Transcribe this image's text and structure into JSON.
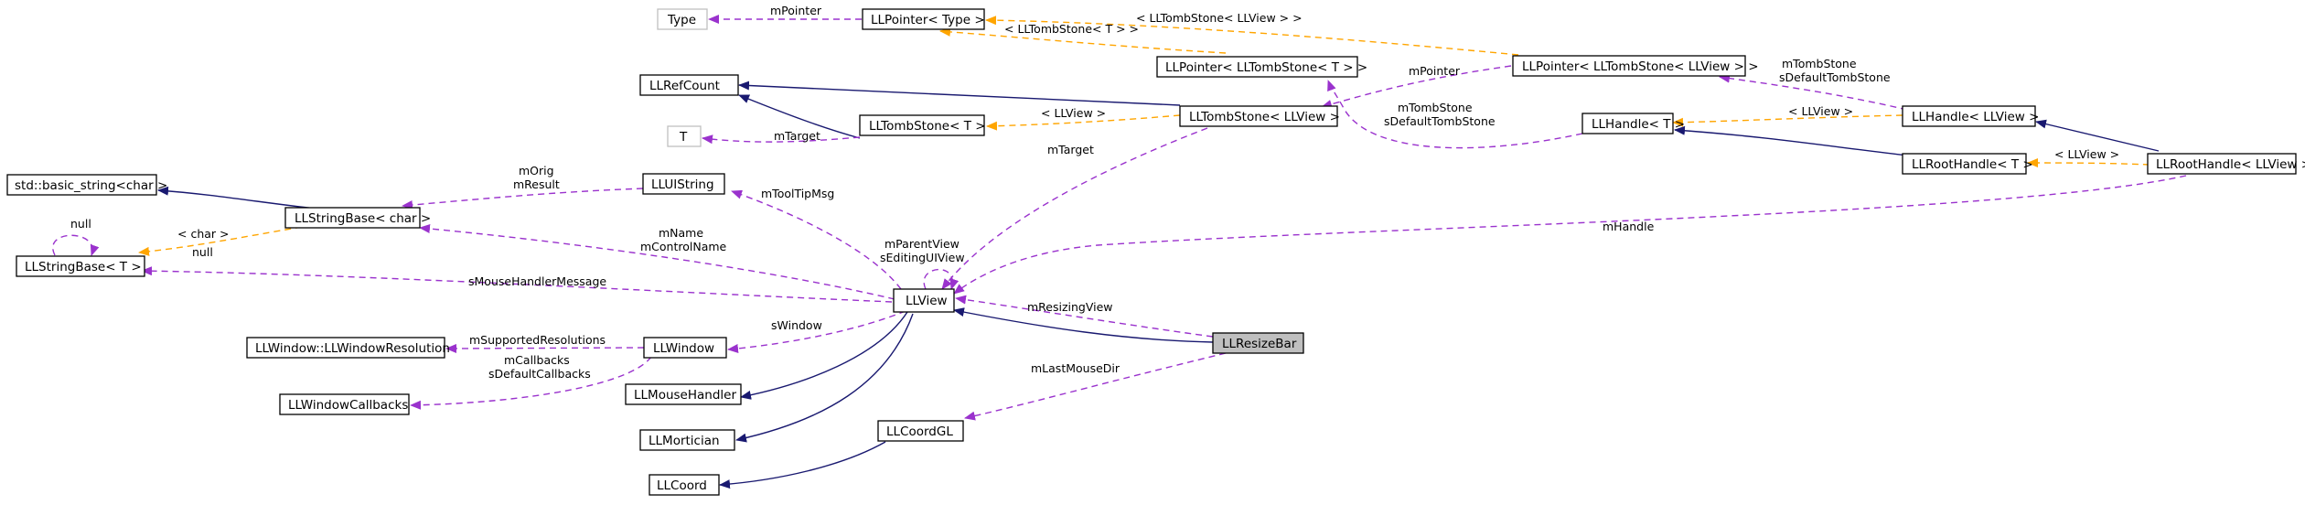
{
  "nodes": {
    "type": "Type",
    "llpointer_type": "LLPointer< Type >",
    "llrefcount": "LLRefCount",
    "llpointer_tomb_t": "LLPointer< LLTombStone< T > >",
    "llpointer_tomb_view": "LLPointer< LLTombStone< LLView > >",
    "lltombstone_t": "LLTombStone< T >",
    "lltombstone_view": "LLTombStone< LLView >",
    "t": "T",
    "std_basic_string": "std::basic_string<char >",
    "lluistring": "LLUIString",
    "llstringbase_char": "LLStringBase< char >",
    "llstringbase_t": "LLStringBase< T >",
    "llhandle_t": "LLHandle< T >",
    "llhandle_view": "LLHandle< LLView >",
    "llroothandle_t": "LLRootHandle< T >",
    "llroothandle_view": "LLRootHandle< LLView >",
    "llview": "LLView",
    "llresizebar": "LLResizeBar",
    "llwindow_res": "LLWindow::LLWindowResolution",
    "llwindow": "LLWindow",
    "llwindowcallbacks": "LLWindowCallbacks",
    "llmousehandler": "LLMouseHandler",
    "llmortician": "LLMortician",
    "llcoordgl": "LLCoordGL",
    "llcoord": "LLCoord"
  },
  "edges": {
    "m_pointer_1": "mPointer",
    "tmpl_tomb_view": "< LLTombStone< LLView > >",
    "tmpl_tomb_t": "< LLTombStone< T > >",
    "m_pointer_2": "mPointer",
    "m_tombstone_1": "mTombStone",
    "s_default_tombstone_1": "sDefaultTombStone",
    "tmpl_llview_1": "< LLView >",
    "m_tombstone_2": "mTombStone",
    "s_default_tombstone_2": "sDefaultTombStone",
    "tmpl_llview_2": "< LLView >",
    "tmpl_llview_3": "< LLView >",
    "m_target_1": "mTarget",
    "m_target_2": "mTarget",
    "m_orig": "mOrig",
    "m_result": "mResult",
    "m_tooltip_msg": "mToolTipMsg",
    "null_1": "null",
    "tmpl_char": "< char >",
    "null_2": "null",
    "m_name": "mName",
    "m_control_name": "mControlName",
    "m_parent_view": "mParentView",
    "s_editing_ui_view": "sEditingUIView",
    "m_handle": "mHandle",
    "s_mouse_handler_message": "sMouseHandlerMessage",
    "m_resizing_view": "mResizingView",
    "s_window": "sWindow",
    "m_supported_resolutions": "mSupportedResolutions",
    "m_callbacks": "mCallbacks",
    "s_default_callbacks": "sDefaultCallbacks",
    "m_last_mouse_dir": "mLastMouseDir"
  },
  "colors": {
    "inheritance": "#191970",
    "template": "#ffa500",
    "usage": "#9a32cd",
    "highlight": "#bfbfbf"
  }
}
